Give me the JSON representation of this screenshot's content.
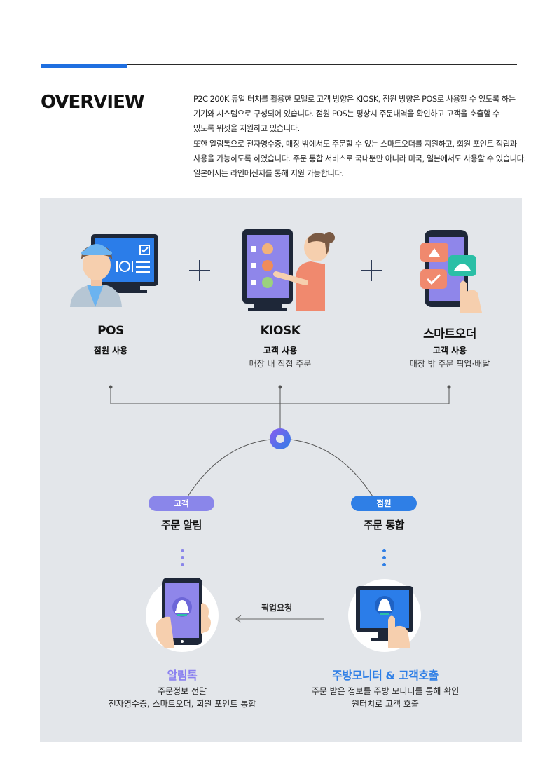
{
  "overview": {
    "title": "OVERVIEW",
    "lines": [
      "P2C 200K 듀얼 터치를 활용한 모델로 고객 방향은 KIOSK, 점원 방향은 POS로 사용할 수 있도록 하는",
      "기기와 시스템으로 구성되어 있습니다. 점원 POS는 평상시 주문내역을 확인하고 고객을 호출할 수",
      "있도록 위젯을 지원하고 있습니다.",
      "또한 알림톡으로 전자영수증, 매장 밖에서도 주문할 수 있는 스마트오더를 지원하고, 회원 포인트 적립과",
      "사용을 가능하도록 하였습니다. 주문 통합 서비스로 국내뿐만 아니라 미국, 일본에서도 사용할 수 있습니다.",
      "일본에서는 라인메신저를 통해 지원 가능합니다."
    ]
  },
  "columns": [
    {
      "title": "POS",
      "sub": "점원 사용",
      "desc": ""
    },
    {
      "title": "KIOSK",
      "sub": "고객 사용",
      "desc": "매장 내 직접 주문"
    },
    {
      "title": "스마트오더",
      "sub": "고객 사용",
      "desc": "매장 밖 주문 픽업·배달"
    }
  ],
  "branches": {
    "customer": {
      "pill": "고객",
      "title": "주문 알림"
    },
    "staff": {
      "pill": "점원",
      "title": "주문 통합"
    }
  },
  "request_label": "픽업요청",
  "bottom": {
    "left": {
      "title": "알림톡",
      "desc": [
        "주문정보 전달",
        "전자영수증, 스마트오더, 회원 포인트 통합"
      ]
    },
    "right": {
      "title": "주방모니터 & 고객호출",
      "desc": [
        "주문 받은 정보를 주방 모니터를 통해 확인",
        "원터치로 고객 호출"
      ]
    }
  },
  "colors": {
    "accent_blue": "#1f6fe0",
    "panel_bg": "#e3e6ea",
    "customer_purple": "#8a86ea",
    "staff_blue": "#2f7fe6",
    "alimtalk_title": "#8a80f0",
    "kitchen_title": "#2f7fe6"
  }
}
